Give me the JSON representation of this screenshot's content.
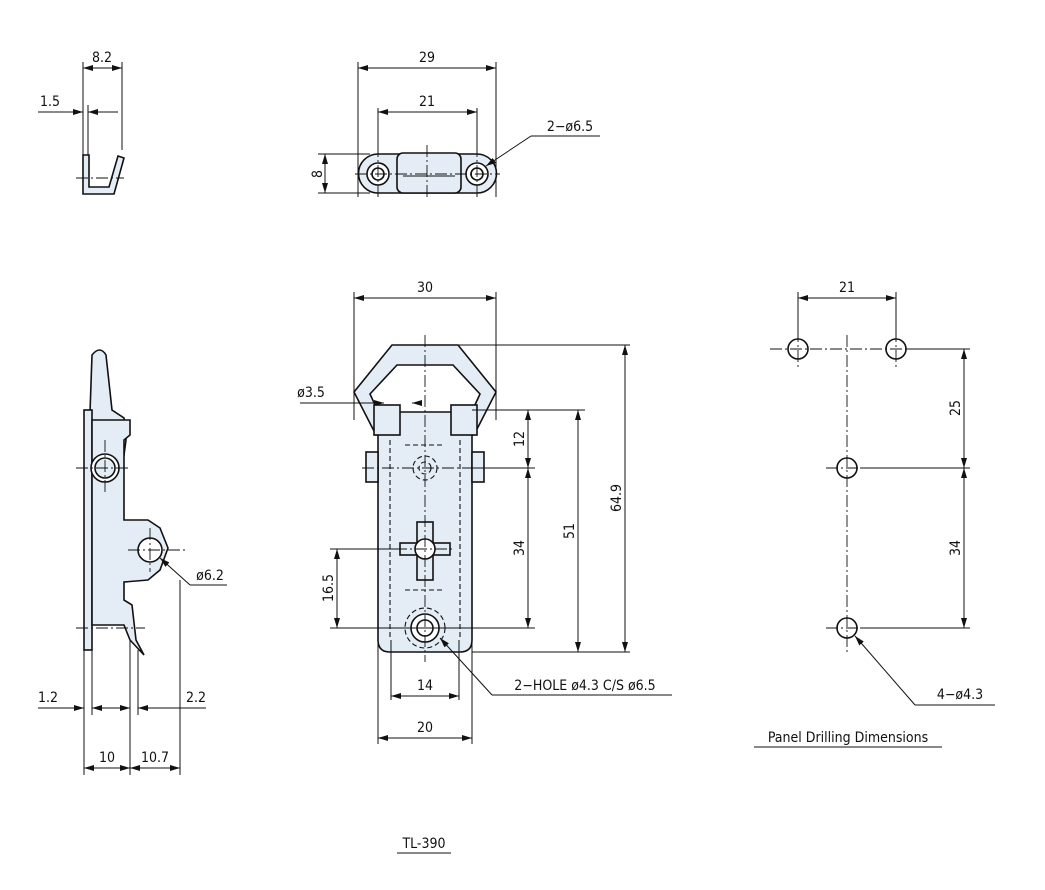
{
  "top_left_view": {
    "dim_8_2": "8.2",
    "dim_1_5": "1.5"
  },
  "top_view": {
    "dim_29": "29",
    "dim_21": "21",
    "dim_8": "8",
    "holes": "2−ø6.5"
  },
  "side_view": {
    "hole": "ø6.2",
    "dim_1_2": "1.2",
    "dim_2_2": "2.2",
    "dim_10": "10",
    "dim_10_7": "10.7"
  },
  "front_view": {
    "dim_30": "30",
    "hole_small": "ø3.5",
    "dim_12": "12",
    "dim_34": "34",
    "dim_51": "51",
    "dim_64_9": "64.9",
    "dim_16_5": "16.5",
    "dim_14": "14",
    "dim_20": "20",
    "holes": "2−HOLE ø4.3 C/S ø6.5"
  },
  "panel_view": {
    "dim_21": "21",
    "dim_25": "25",
    "dim_34": "34",
    "holes": "4−ø4.3",
    "title": "Panel Drilling Dimensions"
  },
  "model": "TL-390"
}
